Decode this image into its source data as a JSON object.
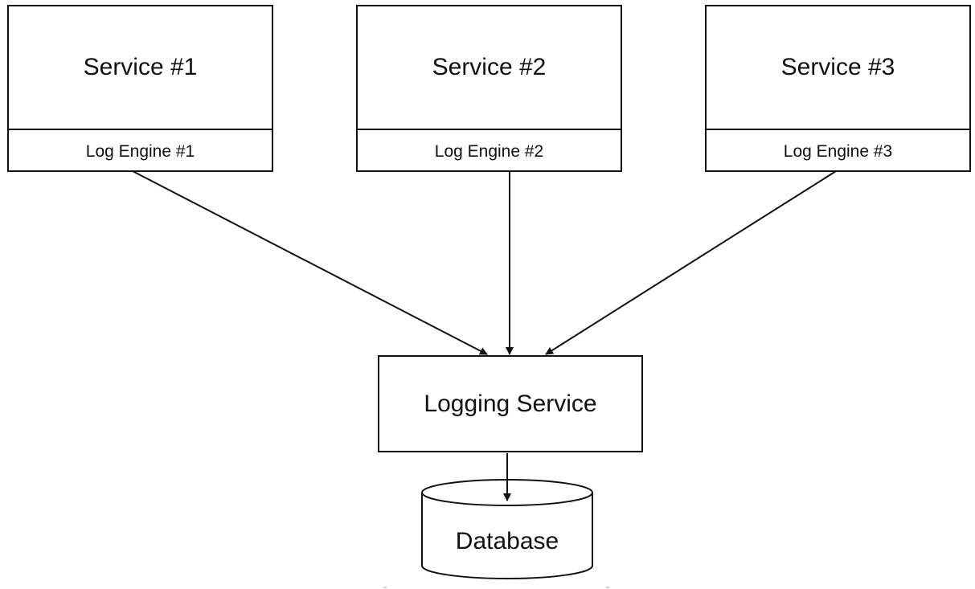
{
  "services": [
    {
      "title": "Service #1",
      "engine": "Log Engine #1"
    },
    {
      "title": "Service #2",
      "engine": "Log Engine #2"
    },
    {
      "title": "Service #3",
      "engine": "Log Engine #3"
    }
  ],
  "logging_service": {
    "label": "Logging Service"
  },
  "database": {
    "label": "Database"
  },
  "colors": {
    "stroke": "#111111",
    "background": "#ffffff"
  }
}
